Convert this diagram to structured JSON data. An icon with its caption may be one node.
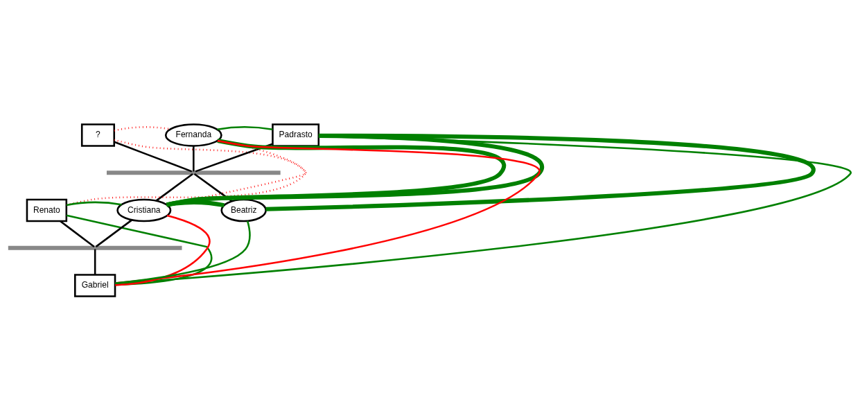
{
  "diagram": {
    "nodes": [
      {
        "text": [
          "?"
        ]
      },
      {
        "text": [
          "Fernanda"
        ]
      },
      {
        "text": [
          "Padrasto"
        ]
      },
      {
        "text": [],
        "shape": "bar"
      },
      {
        "text": [
          "Renato"
        ]
      },
      {
        "text": [
          "Cristiana"
        ]
      },
      {
        "text": [
          "Beatriz"
        ]
      },
      {
        "text": [],
        "shape": "bar"
      },
      {
        "text": [
          "Gabriel"
        ]
      }
    ],
    "edges": [
      {
        "from": 0,
        "to": 1,
        "arrow": "none",
        "style": "dashed",
        "color": "#ff0000"
      },
      {
        "from": 1,
        "to": 2,
        "arrow": "none",
        "color": "#008000"
      },
      {
        "from": 0,
        "to": 3,
        "arrow": "none",
        "color": "#000000"
      },
      {
        "from": 1,
        "to": 3,
        "arrow": "none",
        "color": "#000000"
      },
      {
        "from": 2,
        "to": 3,
        "arrow": "none",
        "color": "#000000"
      },
      {
        "from": 0,
        "to": 5,
        "arrow": "none",
        "style": "dashed",
        "color": "#ff0000"
      },
      {
        "from": 4,
        "to": 1,
        "arrow": "none",
        "style": "dashed",
        "color": "#ff0000"
      },
      {
        "from": 3,
        "to": 5,
        "arrow": "none",
        "color": "#000000"
      },
      {
        "from": 3,
        "to": 6,
        "arrow": "none",
        "color": "#000000"
      },
      {
        "from": 5,
        "to": 1,
        "arrow": "none",
        "style": "thick",
        "color": "#008000"
      },
      {
        "from": 5,
        "to": 2,
        "arrow": "none",
        "style": "thick",
        "color": "#008000"
      },
      {
        "from": 6,
        "to": 2,
        "arrow": "none",
        "style": "thick",
        "color": "#008000"
      },
      {
        "from": 4,
        "to": 5,
        "arrow": "none",
        "color": "#008000"
      },
      {
        "from": 5,
        "to": 6,
        "arrow": "none",
        "style": "thick",
        "color": "#008000"
      },
      {
        "from": 4,
        "to": 7,
        "arrow": "none",
        "color": "#000000"
      },
      {
        "from": 5,
        "to": 7,
        "arrow": "none",
        "color": "#000000"
      },
      {
        "from": 7,
        "to": 8,
        "arrow": "none",
        "color": "#000000"
      },
      {
        "from": 4,
        "to": 8,
        "arrow": "none",
        "color": "#008000"
      },
      {
        "from": 8,
        "to": 5,
        "arrow": "none",
        "color": "#ff0000"
      },
      {
        "from": 8,
        "to": 1,
        "arrow": "none",
        "color": "#ff0000"
      },
      {
        "from": 8,
        "to": 6,
        "arrow": "none",
        "color": "#008000"
      },
      {
        "from": 8,
        "to": 2,
        "arrow": "none",
        "color": "#008000"
      }
    ]
  }
}
